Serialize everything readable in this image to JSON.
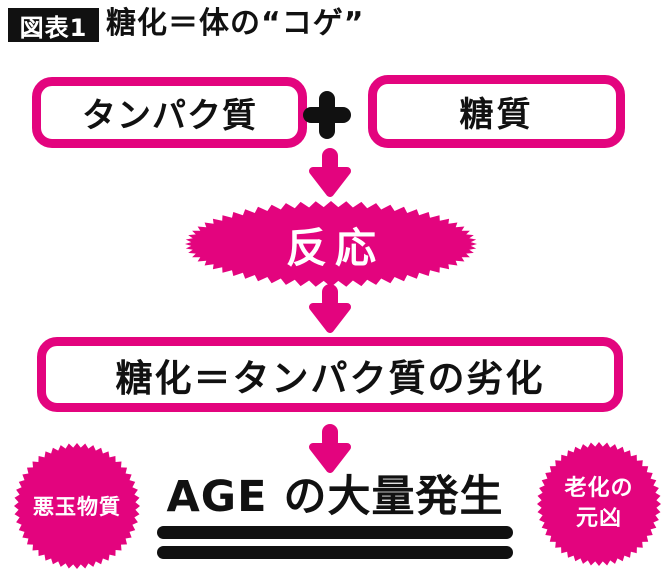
{
  "colors": {
    "pink": "#e3047e",
    "ink": "#111111"
  },
  "header": {
    "tag": "図表1",
    "title": "糖化＝体の“コゲ”"
  },
  "flow": {
    "protein": "タンパク質",
    "sugar": "糖質",
    "reaction": "反応",
    "glycation": "糖化＝タンパク質の劣化",
    "result": "AGE の大量発生"
  },
  "badges": {
    "left": "悪玉物質",
    "right_line1": "老化の",
    "right_line2": "元凶"
  },
  "icons": [
    "plus-icon",
    "down-arrow-icon",
    "starburst-badge",
    "scalloped-ellipse"
  ]
}
